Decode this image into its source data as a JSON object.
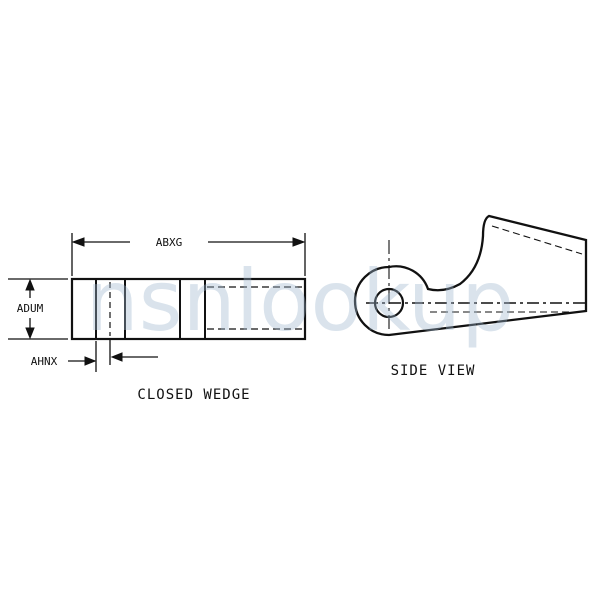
{
  "watermark": "nsnlookup",
  "closed_wedge": {
    "caption": "CLOSED WEDGE",
    "dimensions": {
      "length": "ABXG",
      "height": "ADUM",
      "slot_width": "AHNX"
    }
  },
  "side_view": {
    "caption": "SIDE VIEW"
  }
}
